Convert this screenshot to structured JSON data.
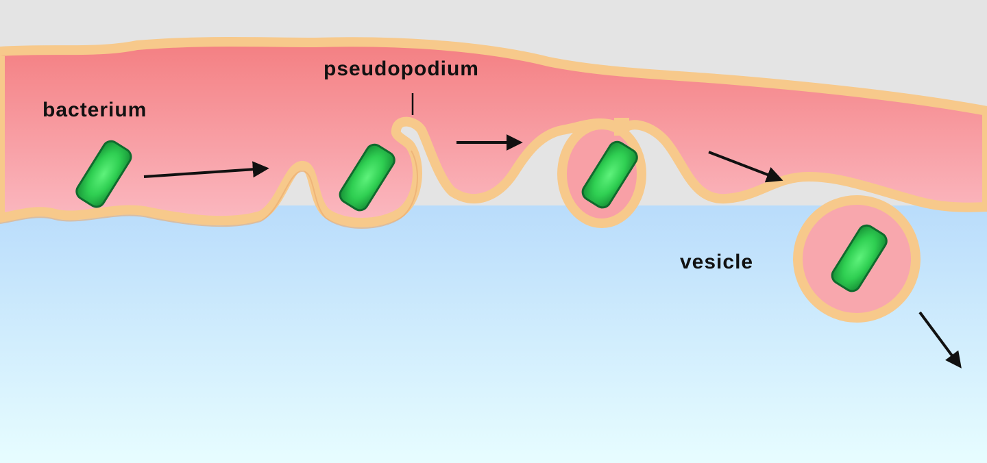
{
  "labels": {
    "bacterium": "bacterium",
    "pseudopodium": "pseudopodium",
    "vesicle": "vesicle"
  },
  "colors": {
    "outside_top": "#e4e4e4",
    "cytoplasm_top": "#f47f82",
    "cytoplasm_bottom": "#fbb7bf",
    "membrane": "#f7c98b",
    "membrane_edge": "#e9a86c",
    "interior_top": "#b9dcfb",
    "interior_bottom": "#e7fdff",
    "bacterium_fill": "#2fcf52",
    "bacterium_edge": "#0f6b2d",
    "arrow": "#111111"
  },
  "icons": [
    "bacterium-shape",
    "arrow",
    "vesicle-shape"
  ]
}
